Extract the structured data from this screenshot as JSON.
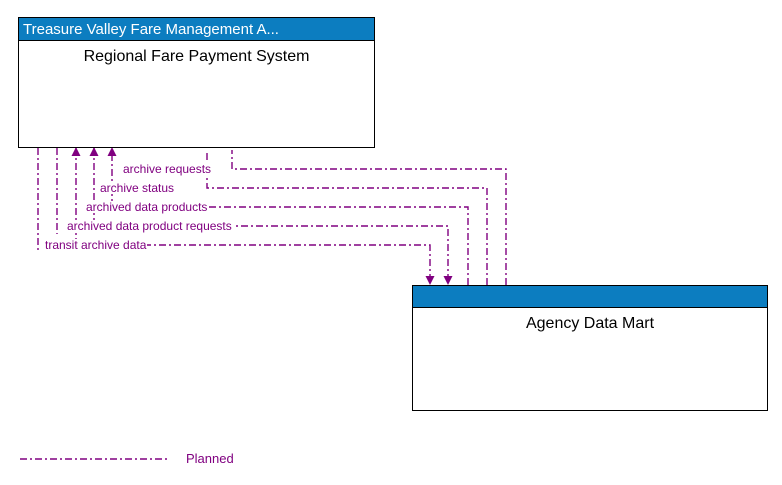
{
  "diagram": {
    "nodes": [
      {
        "id": "fare-payment",
        "header": "Treasure Valley Fare Management A...",
        "title": "Regional Fare Payment System"
      },
      {
        "id": "agency-data-mart",
        "header": "",
        "title": "Agency Data Mart"
      }
    ],
    "flows": [
      {
        "label": "archive requests",
        "direction": "to-fare-payment"
      },
      {
        "label": "archive status",
        "direction": "to-fare-payment"
      },
      {
        "label": "archived data products",
        "direction": "to-fare-payment"
      },
      {
        "label": "archived data product requests",
        "direction": "to-agency-data-mart"
      },
      {
        "label": "transit archive data",
        "direction": "to-agency-data-mart"
      }
    ],
    "legend": {
      "items": [
        {
          "label": "Planned",
          "style": "dash-dot"
        }
      ]
    },
    "colors": {
      "header_blue": "#0C7DC0",
      "flow_purple": "#800080",
      "node_border": "#000000",
      "node_fill": "#FFFFFF",
      "header_text": "#FFFFFF",
      "title_text": "#000000"
    }
  }
}
